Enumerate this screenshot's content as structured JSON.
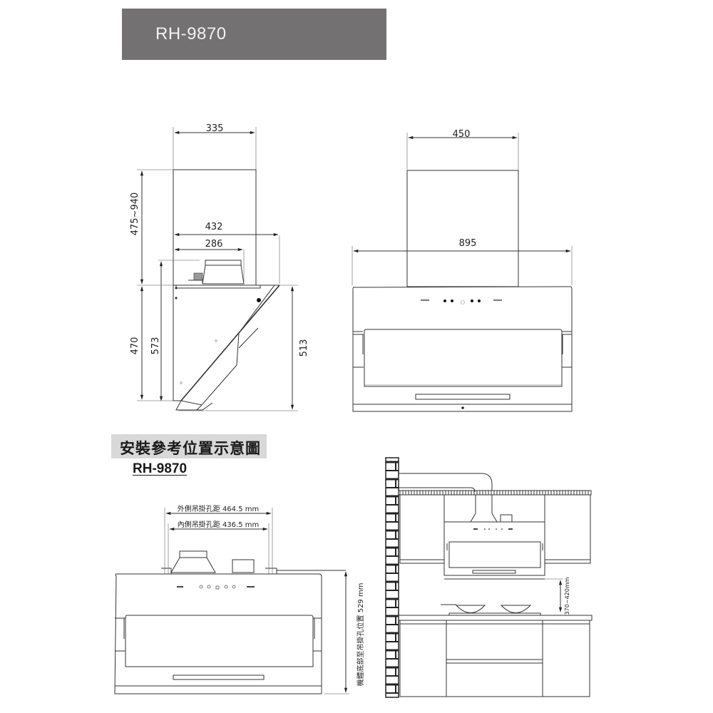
{
  "header": {
    "model_banner": "RH-9870"
  },
  "side_view": {
    "dimensions": {
      "top_width": "335",
      "chimney_height": "475~940",
      "body_depth_outer": "432",
      "body_depth_inner": "286",
      "body_height_470": "470",
      "body_height_573": "573",
      "front_height": "513"
    }
  },
  "front_view": {
    "dimensions": {
      "chimney_width": "450",
      "body_width": "895"
    }
  },
  "installation": {
    "title": "安裝參考位置示意圖",
    "model": "RH-9870",
    "outer_hole_spacing": "外側吊掛孔距 464.5 mm",
    "inner_hole_spacing": "內側吊掛孔距 436.5 mm",
    "bottom_to_hole": "機體底部至吊掛孔位置 529 mm",
    "hood_to_stove": "370~420mm"
  }
}
